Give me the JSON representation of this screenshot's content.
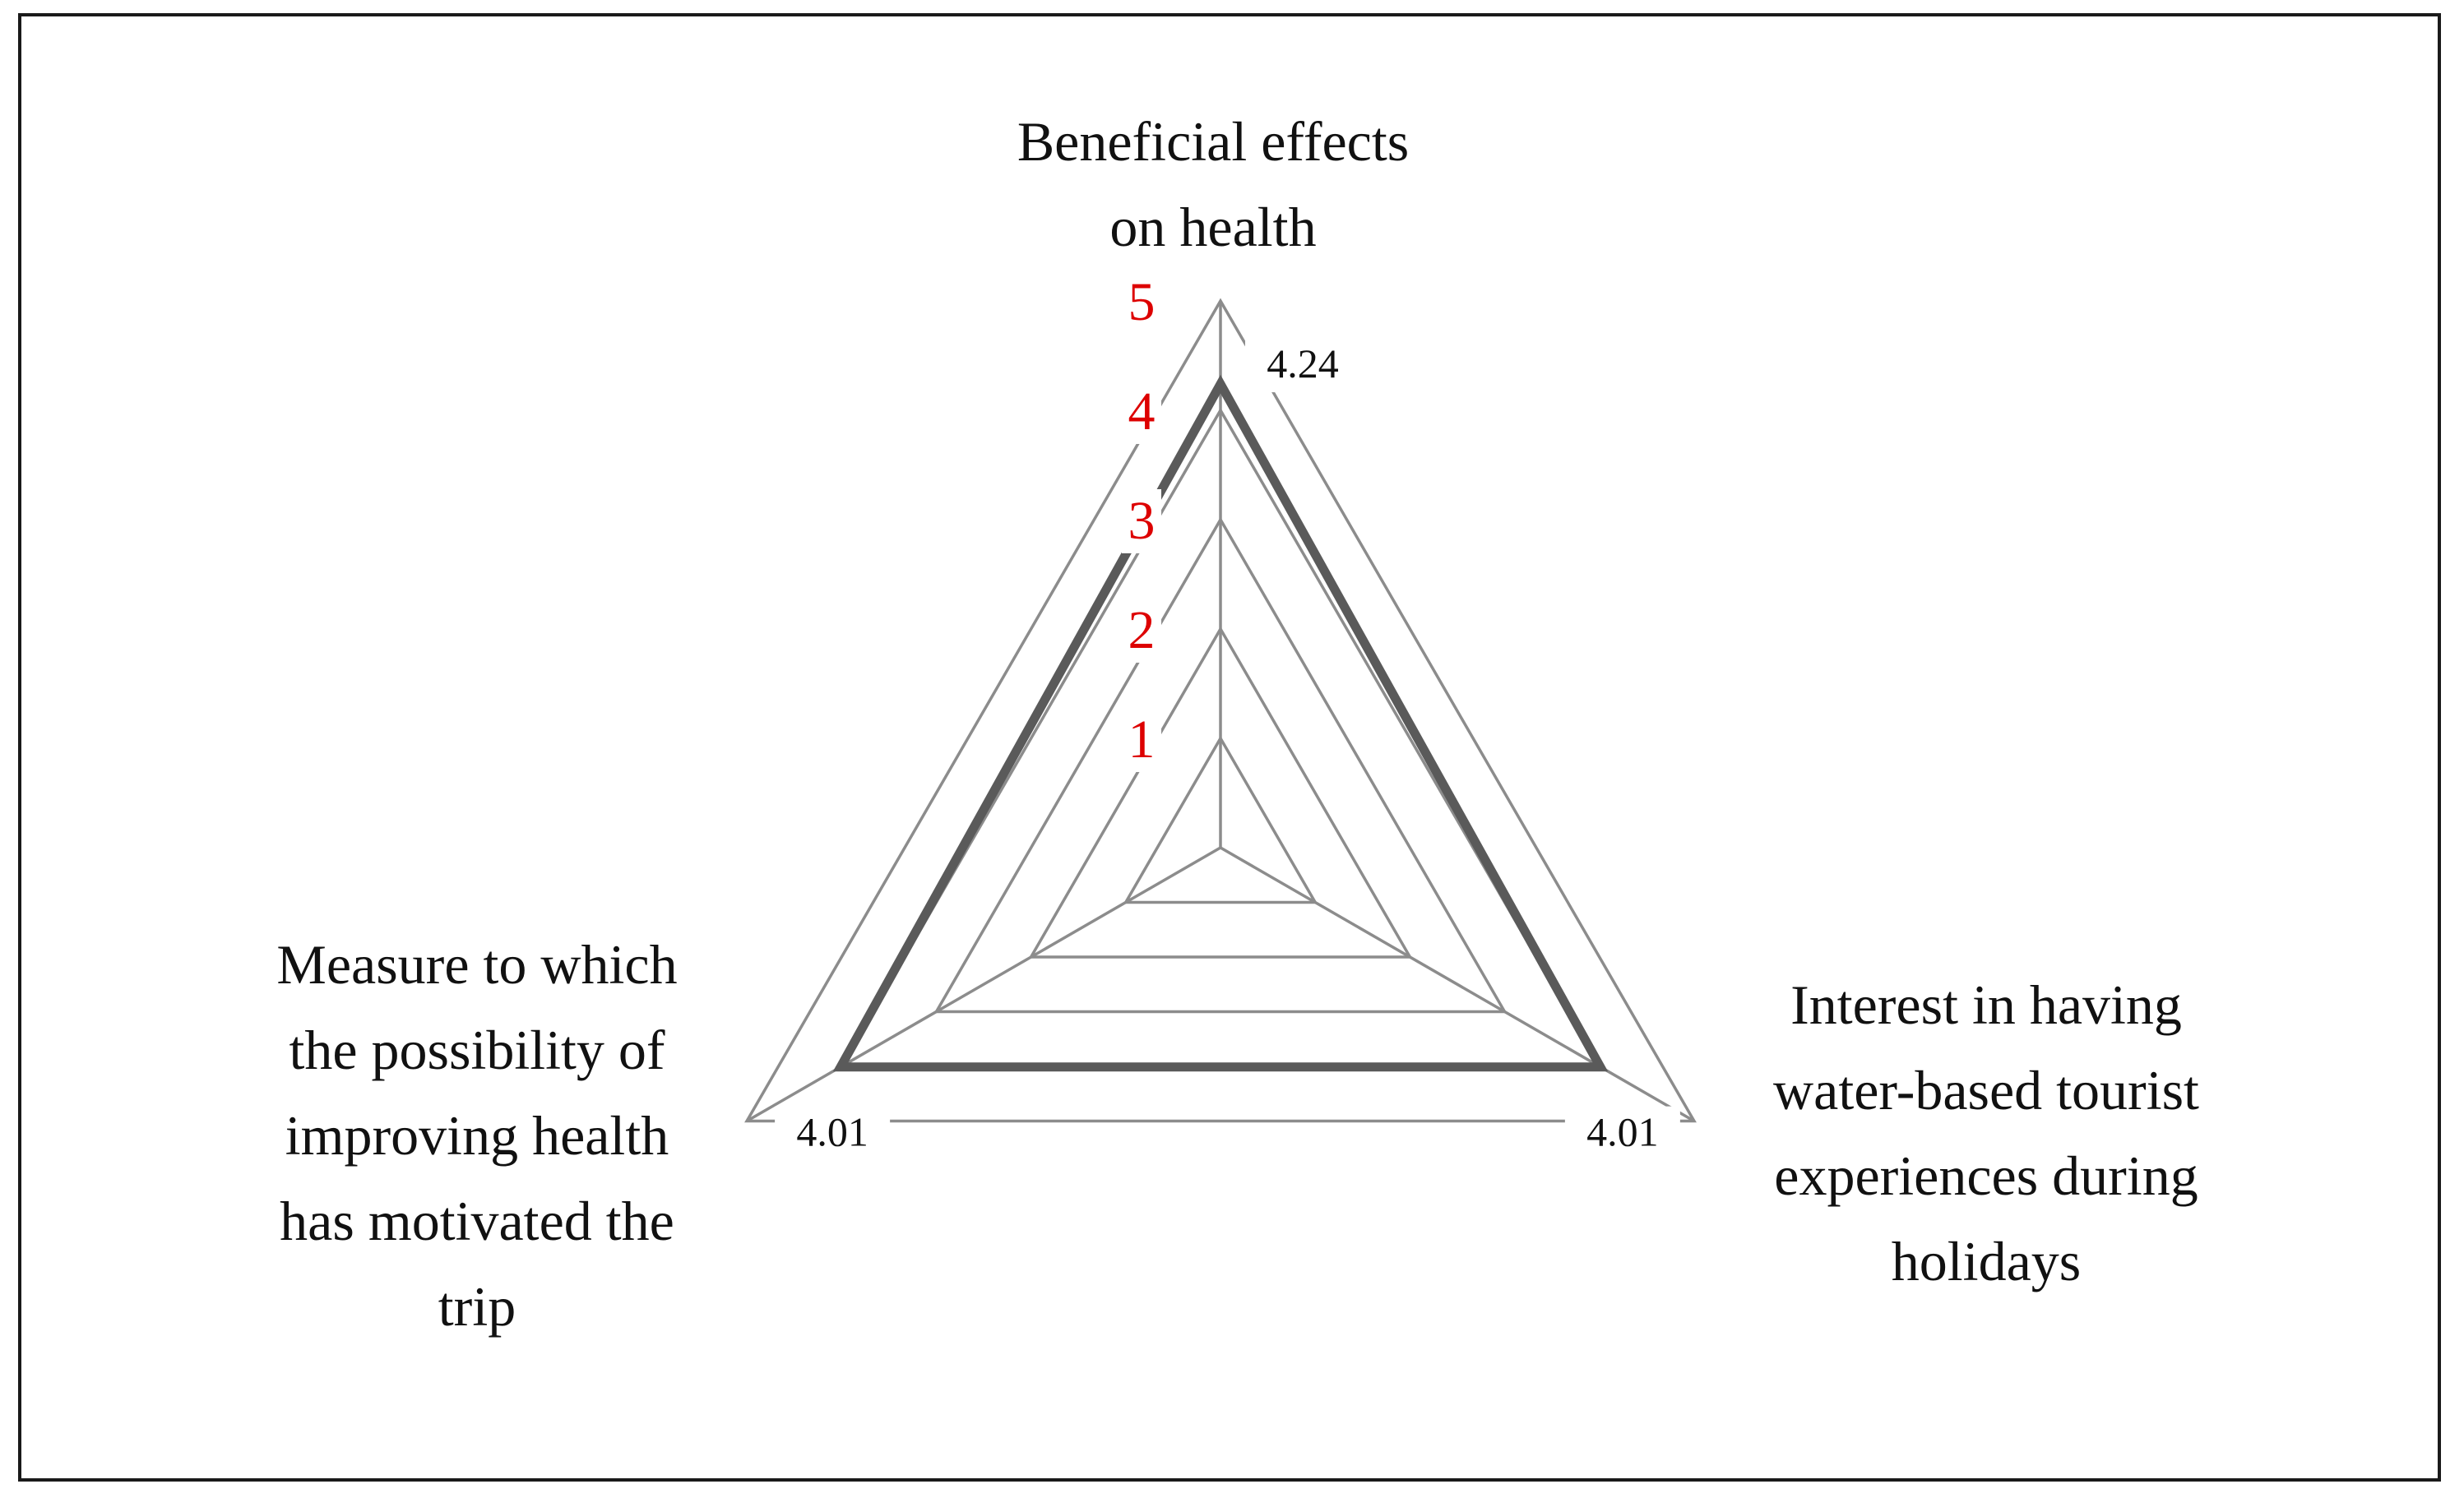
{
  "chart_data": {
    "type": "radar",
    "axes": [
      "Beneficial effects\non health",
      "Interest in having\nwater-based tourist\nexperiences during\nholidays",
      "Measure to which\nthe possibility of\nimproving health\nhas motivated the\ntrip"
    ],
    "values": [
      4.24,
      4.01,
      4.01
    ],
    "data_labels": [
      "4.24",
      "4.01",
      "4.01"
    ],
    "scale": {
      "min": 0,
      "max": 5,
      "ticks": [
        1,
        2,
        3,
        4,
        5
      ]
    },
    "tick_labels": [
      "1",
      "2",
      "3",
      "4",
      "5"
    ],
    "colors": {
      "grid": "#8c8c8c",
      "series": "#5a5a5a",
      "ticks": "#dd0000",
      "text": "#111111"
    }
  }
}
